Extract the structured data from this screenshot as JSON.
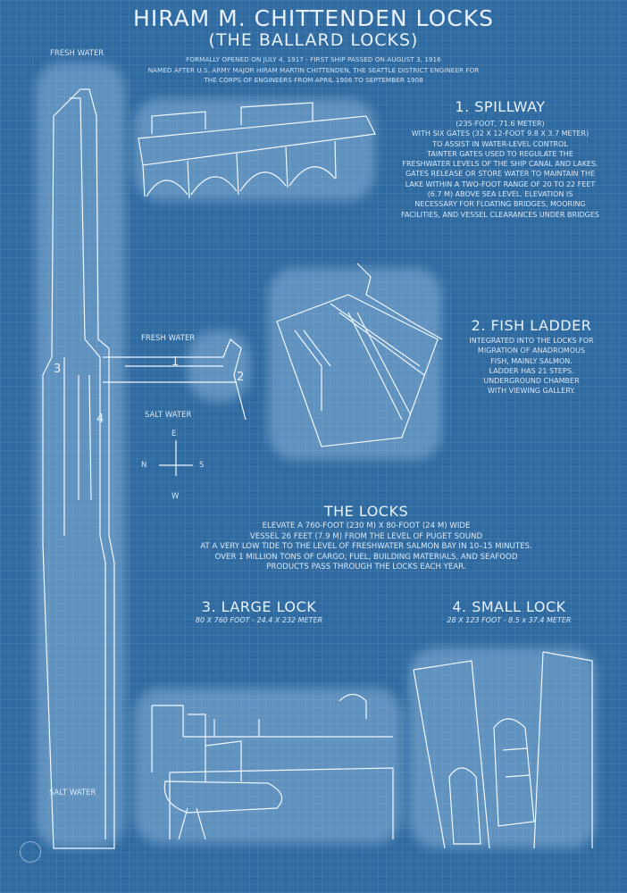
{
  "header": {
    "title": "HIRAM M. CHITTENDEN LOCKS",
    "subtitle": "(THE BALLARD LOCKS)",
    "lines": [
      "FORMALLY OPENED ON JULY 4, 1917 - FIRST SHIP PASSED ON AUGUST 3, 1916",
      "NAMED AFTER U.S. ARMY MAJOR HIRAM MARTIN CHITTENDEN, THE SEATTLE DISTRICT ENGINEER FOR",
      "THE CORPS OF ENGINEERS FROM APRIL 1906 TO SEPTEMBER 1908"
    ]
  },
  "map": {
    "fresh_water_top": "FRESH WATER",
    "salt_water_bottom": "SALT WATER",
    "fresh_water_mid": "FRESH WATER",
    "salt_water_mid": "SALT WATER",
    "markers": [
      "1",
      "2",
      "3",
      "4"
    ],
    "compass": {
      "n": "N",
      "s": "S",
      "e": "E",
      "w": "W"
    }
  },
  "spillway": {
    "title": "1. SPILLWAY",
    "lines": [
      "(235-FOOT, 71.6 METER)",
      "WITH SIX GATES (32 X 12-FOOT 9.8 X 3.7 METER)",
      "TO ASSIST IN WATER-LEVEL CONTROL",
      "TAINTER GATES USED TO REGULATE THE",
      "FRESHWATER LEVELS OF THE SHIP CANAL AND LAKES.",
      "GATES RELEASE OR STORE WATER TO MAINTAIN THE",
      "LAKE WITHIN A TWO-FOOT RANGE OF 20 TO 22 FEET",
      "(6.7 M) ABOVE SEA LEVEL. ELEVATION IS",
      "NECESSARY FOR FLOATING BRIDGES, MOORING",
      "FACILITIES, AND VESSEL CLEARANCES UNDER BRIDGES"
    ]
  },
  "fish_ladder": {
    "title": "2. FISH LADDER",
    "lines": [
      "INTEGRATED INTO THE LOCKS FOR",
      "MIGRATION OF ANADROMOUS",
      "FISH, MAINLY SALMON.",
      "LADDER HAS 21 STEPS.",
      "UNDERGROUND CHAMBER",
      "WITH VIEWING GALLERY."
    ]
  },
  "the_locks": {
    "title": "THE LOCKS",
    "lines": [
      "ELEVATE A 760-FOOT (230 M) X 80-FOOT (24 M) WIDE",
      "VESSEL 26 FEET (7.9 M) FROM THE LEVEL OF PUGET SOUND",
      "AT A VERY LOW TIDE TO THE LEVEL OF FRESHWATER SALMON BAY IN 10–15 MINUTES.",
      "OVER 1 MILLION TONS OF CARGO, FUEL, BUILDING MATERIALS, AND SEAFOOD",
      "PRODUCTS PASS THROUGH THE LOCKS EACH YEAR."
    ]
  },
  "large_lock": {
    "title": "3. LARGE LOCK",
    "dims": "80 X 760 FOOT  -  24.4 X 232 METER"
  },
  "small_lock": {
    "title": "4. SMALL LOCK",
    "dims": "28 X 123 FOOT  -  8.5 x 37.4 METER"
  },
  "colors": {
    "background": "#2f6aa0",
    "ink": "#f2f8ff"
  }
}
